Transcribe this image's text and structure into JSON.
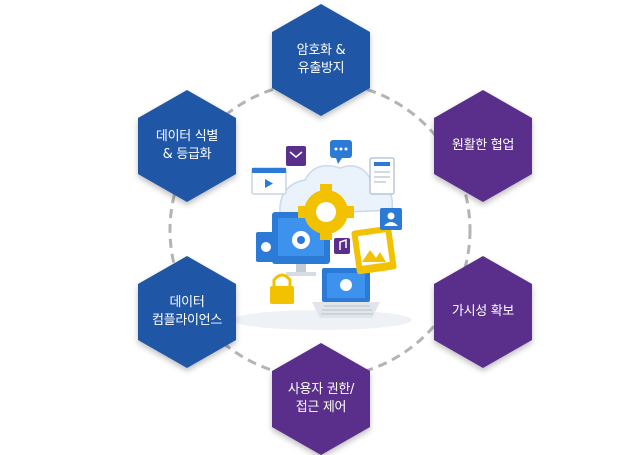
{
  "colors": {
    "blue": "#1f56a6",
    "purple": "#5a2f8c",
    "ring": "#b4b4b4"
  },
  "nodes": [
    {
      "id": "encryption",
      "lines": [
        "암호화 &",
        "유출방지"
      ],
      "color": "blue"
    },
    {
      "id": "collaboration",
      "lines": [
        "원활한 협업"
      ],
      "color": "purple"
    },
    {
      "id": "visibility",
      "lines": [
        "가시성 확보"
      ],
      "color": "purple"
    },
    {
      "id": "access-control",
      "lines": [
        "사용자 권한/",
        "접근 제어"
      ],
      "color": "purple"
    },
    {
      "id": "compliance",
      "lines": [
        "데이터",
        "컴플라이언스"
      ],
      "color": "blue"
    },
    {
      "id": "classification",
      "lines": [
        "데이터 식별",
        "& 등급화"
      ],
      "color": "blue"
    }
  ],
  "center_illustration": {
    "icons": [
      "gear-icon",
      "cloud-icon",
      "monitor-icon",
      "laptop-icon",
      "padlock-icon",
      "image-icon",
      "mail-icon",
      "chat-icon",
      "music-icon",
      "user-icon",
      "video-icon",
      "document-icon"
    ]
  }
}
